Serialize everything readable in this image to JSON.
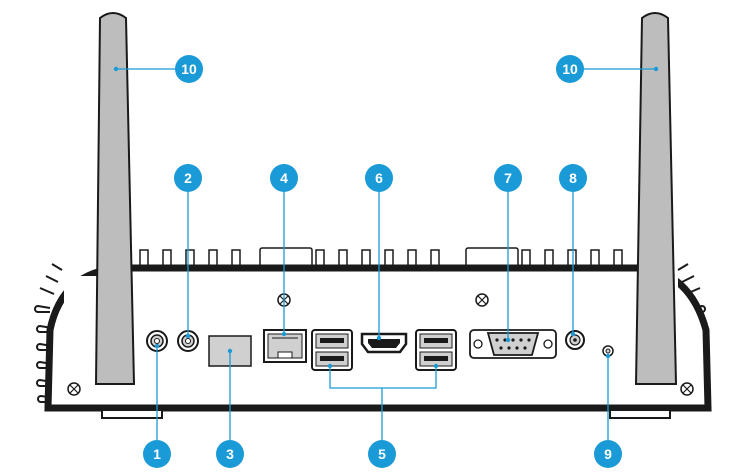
{
  "colors": {
    "callout": "#1a9bd7",
    "outline": "#1a1a1a",
    "device_fill": "#ffffff",
    "antenna_fill": "#bdbdbd",
    "port_fill": "#d0d0d0"
  },
  "callouts": [
    {
      "id": "c1",
      "label": "1",
      "target": "audio-jack-left"
    },
    {
      "id": "c2",
      "label": "2",
      "target": "audio-jack-right"
    },
    {
      "id": "c3",
      "label": "3",
      "target": "dc-power-port"
    },
    {
      "id": "c4",
      "label": "4",
      "target": "rj45-lan-port"
    },
    {
      "id": "c5",
      "label": "5",
      "target": "usb-ports"
    },
    {
      "id": "c6",
      "label": "6",
      "target": "hdmi-port"
    },
    {
      "id": "c7",
      "label": "7",
      "target": "serial-com-port"
    },
    {
      "id": "c8",
      "label": "8",
      "target": "coax-connector"
    },
    {
      "id": "c9",
      "label": "9",
      "target": "led-indicator"
    },
    {
      "id": "c10a",
      "label": "10",
      "target": "antenna-left"
    },
    {
      "id": "c10b",
      "label": "10",
      "target": "antenna-right"
    }
  ]
}
